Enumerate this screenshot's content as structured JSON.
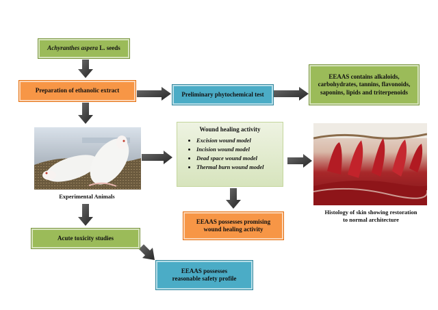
{
  "nodes": {
    "seeds": {
      "italic": "Achyranthes aspera",
      "rest": " L. seeds"
    },
    "extract": "Preparation of ethanolic extract",
    "phyto_test": "Preliminary phytochemical test",
    "constituents": "EEAAS contains alkaloids, carbohydrates, tannins, flavonoids, saponins, lipids and triterpenoids",
    "wound_title": "Wound healing activity",
    "wound_models": [
      "Excision wound model",
      "Incision wound model",
      "Dead space wound model",
      "Thermal burn wound model"
    ],
    "wound_result": "EEAAS possesses promising wound healing activity",
    "toxicity": "Acute toxicity studies",
    "safety": "EEAAS possesses reasonable safety profile"
  },
  "captions": {
    "animals": "Experimental Animals",
    "histology_line1": "Histology of skin showing restoration",
    "histology_line2": "to normal architecture"
  },
  "colors": {
    "green": "#9bbb59",
    "orange": "#f79646",
    "blue": "#4bacc6",
    "arrow": "#404040"
  }
}
